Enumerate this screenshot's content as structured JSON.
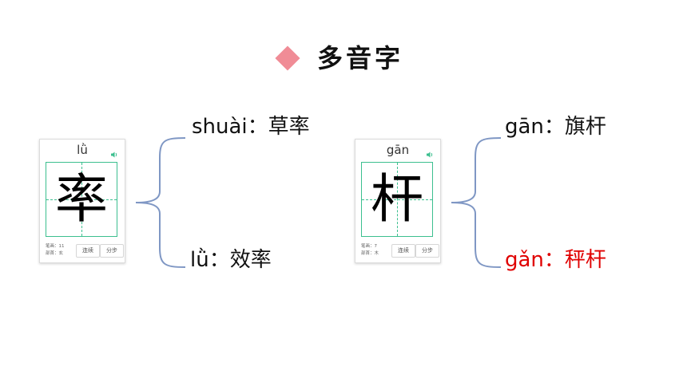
{
  "title": {
    "text": "多音字",
    "bullet_color": "#f08c96",
    "bullet_icon": "diamond-icon"
  },
  "cards": [
    {
      "pinyin": "lǜ",
      "character": "率",
      "strokes_label": "笔画：11",
      "radical_label": "部首：玄",
      "btn_connect": "连续",
      "btn_step": "分步",
      "grid_color": "#3cbf8f"
    },
    {
      "pinyin": "gān",
      "character": "杆",
      "strokes_label": "笔画：7",
      "radical_label": "部首：木",
      "btn_connect": "连续",
      "btn_step": "分步",
      "grid_color": "#3cbf8f"
    }
  ],
  "readings_left": [
    {
      "text": "shuài：草率",
      "color": "#111111"
    },
    {
      "text": "lǜ：效率",
      "color": "#111111"
    }
  ],
  "readings_right": [
    {
      "text": "gān：旗杆",
      "color": "#111111"
    },
    {
      "text": "gǎn：秤杆",
      "color": "#e00000"
    }
  ],
  "brace_color": "#7f97c4"
}
